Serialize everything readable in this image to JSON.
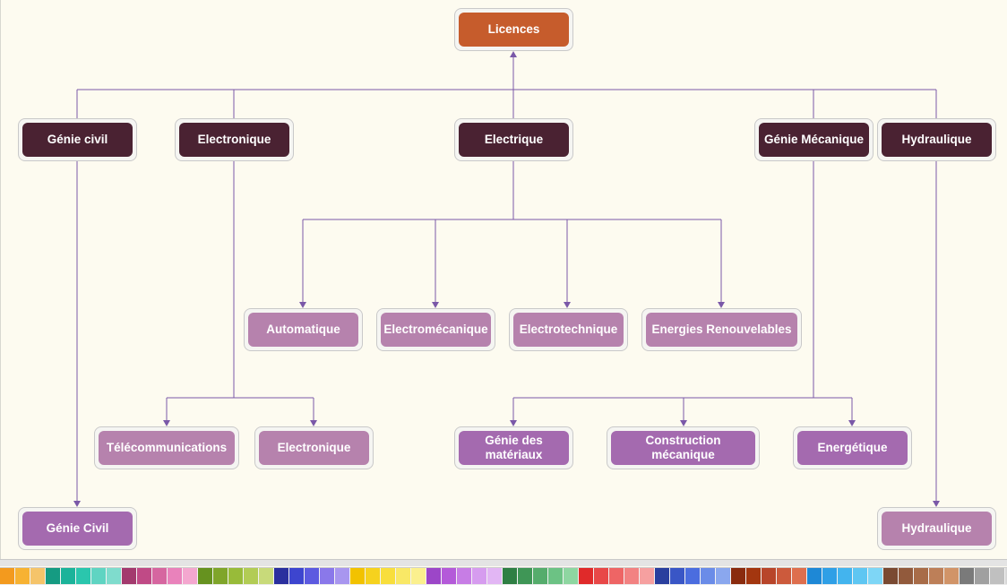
{
  "diagram": {
    "root": {
      "id": "licences",
      "label": "Licences"
    },
    "categories": [
      {
        "id": "genie-civil",
        "label": "Génie civil"
      },
      {
        "id": "electronique",
        "label": "Electronique"
      },
      {
        "id": "electrique",
        "label": "Electrique"
      },
      {
        "id": "genie-mecanique",
        "label": "Génie Mécanique"
      },
      {
        "id": "hydraulique",
        "label": "Hydraulique"
      }
    ],
    "subcategories": {
      "electrique": [
        {
          "id": "automatique",
          "label": "Automatique"
        },
        {
          "id": "electromecanique",
          "label": "Electromécanique"
        },
        {
          "id": "electrotechnique",
          "label": "Electrotechnique"
        },
        {
          "id": "energies-renouvelables",
          "label": "Energies Renouvelables"
        }
      ],
      "electronique": [
        {
          "id": "telecommunications",
          "label": "Télécommunications"
        },
        {
          "id": "electronique-sub",
          "label": "Electronique"
        }
      ],
      "genie-mecanique": [
        {
          "id": "genie-des-materiaux",
          "label": "Génie des matériaux"
        },
        {
          "id": "construction-mecanique",
          "label": "Construction mécanique"
        },
        {
          "id": "energetique",
          "label": "Energétique"
        }
      ],
      "genie-civil": [
        {
          "id": "genie-civil-sub",
          "label": "Génie Civil"
        }
      ],
      "hydraulique": [
        {
          "id": "hydraulique-sub",
          "label": "Hydraulique"
        }
      ]
    },
    "colors": {
      "root": "#c65c2c",
      "category": "#4a2232",
      "sub_pink": "#b682ad",
      "sub_purple": "#a46aaf",
      "connector": "#7a58a8",
      "background": "#fdfbf0"
    }
  },
  "palette": {
    "colors": [
      "#f39a1e",
      "#f7b232",
      "#f5c46a",
      "#159b82",
      "#1bb39a",
      "#2ac6ad",
      "#5fd4c2",
      "#7fdccd",
      "#a33a6e",
      "#c04a86",
      "#d666a0",
      "#e982bb",
      "#f4a7cf",
      "#66921f",
      "#7fa52a",
      "#98bb39",
      "#b2cc55",
      "#c8da7a",
      "#2a2f9e",
      "#3d45cf",
      "#5c5ae0",
      "#8a78ea",
      "#a896ef",
      "#f2c200",
      "#f6d21e",
      "#f8de3c",
      "#f9e866",
      "#fbf08e",
      "#9c46c8",
      "#b45ad9",
      "#c77de5",
      "#d69cef",
      "#e2b6f4",
      "#2f7f44",
      "#3f9656",
      "#55ac6c",
      "#6cc284",
      "#8ed6a1",
      "#e02a2a",
      "#e84848",
      "#ee6565",
      "#f28282",
      "#f6a0a0",
      "#2a3f9e",
      "#3956c6",
      "#4b6ddf",
      "#6a8ce8",
      "#8aa7ee",
      "#8a2b0e",
      "#a3360f",
      "#b8452a",
      "#cc5a3c",
      "#de6f4e",
      "#1e88d6",
      "#2f9fe6",
      "#43b4ee",
      "#5ec6f2",
      "#7ed6f6",
      "#7a4a32",
      "#925a3c",
      "#a86c48",
      "#bd7f58",
      "#d19468",
      "#7a7a7a",
      "#a0a0a0",
      "#c0c0c0",
      "#d8d8d8"
    ]
  }
}
